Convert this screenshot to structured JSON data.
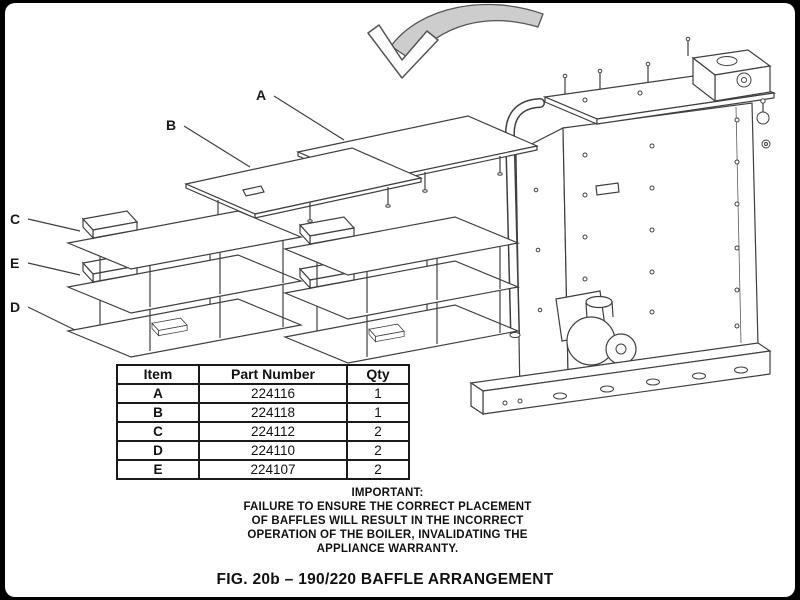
{
  "figure": {
    "caption": "FIG. 20b – 190/220 BAFFLE ARRANGEMENT"
  },
  "notice": {
    "heading": "IMPORTANT:",
    "lines": [
      "FAILURE TO ENSURE THE CORRECT PLACEMENT",
      "OF BAFFLES WILL RESULT IN THE INCORRECT",
      "OPERATION OF THE BOILER, INVALIDATING THE",
      "APPLIANCE WARRANTY."
    ]
  },
  "parts_table": {
    "headers": [
      "Item",
      "Part Number",
      "Qty"
    ],
    "rows": [
      {
        "item": "A",
        "part_number": "224116",
        "qty": "1"
      },
      {
        "item": "B",
        "part_number": "224118",
        "qty": "1"
      },
      {
        "item": "C",
        "part_number": "224112",
        "qty": "2"
      },
      {
        "item": "D",
        "part_number": "224110",
        "qty": "2"
      },
      {
        "item": "E",
        "part_number": "224107",
        "qty": "2"
      }
    ]
  },
  "diagram": {
    "labels": {
      "a": "A",
      "b": "B",
      "c": "C",
      "d": "D",
      "e": "E"
    }
  },
  "colors": {
    "line": "#3f3f3f",
    "arrow_fill": "#cdcdcd",
    "paper": "#ffffff",
    "frame": "#000000"
  }
}
